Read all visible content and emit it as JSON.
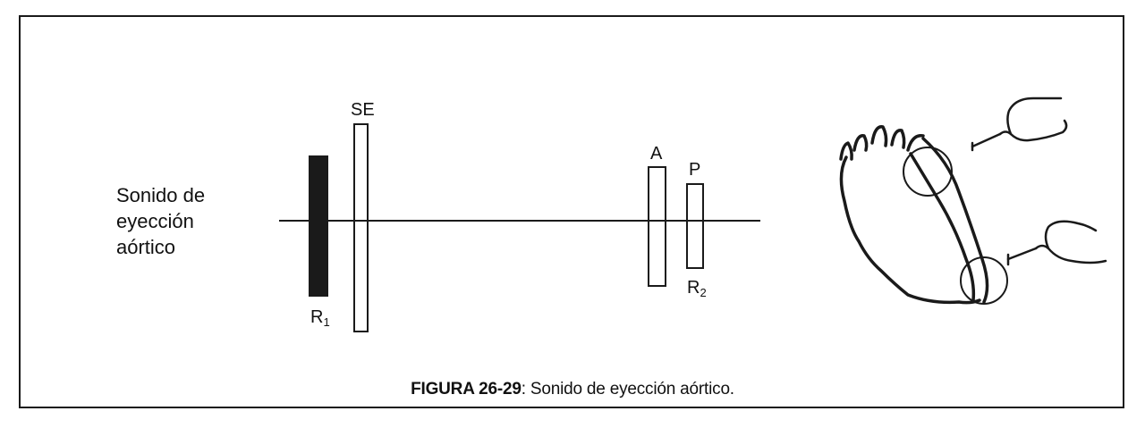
{
  "diagram": {
    "side_label_lines": [
      "Sonido de",
      "eyección",
      "aórtico"
    ],
    "markers": {
      "r1": {
        "main": "R",
        "sub": "1"
      },
      "se": "SE",
      "a": "A",
      "p": "P",
      "r2": {
        "main": "R",
        "sub": "2"
      }
    }
  },
  "caption": {
    "figure_number": "FIGURA 26-29",
    "text": ": Sonido de eyección aórtico."
  },
  "colors": {
    "ink": "#1a1a1a",
    "background": "#ffffff"
  },
  "icons": [
    "heart-outline-icon",
    "stethoscope-icon"
  ]
}
